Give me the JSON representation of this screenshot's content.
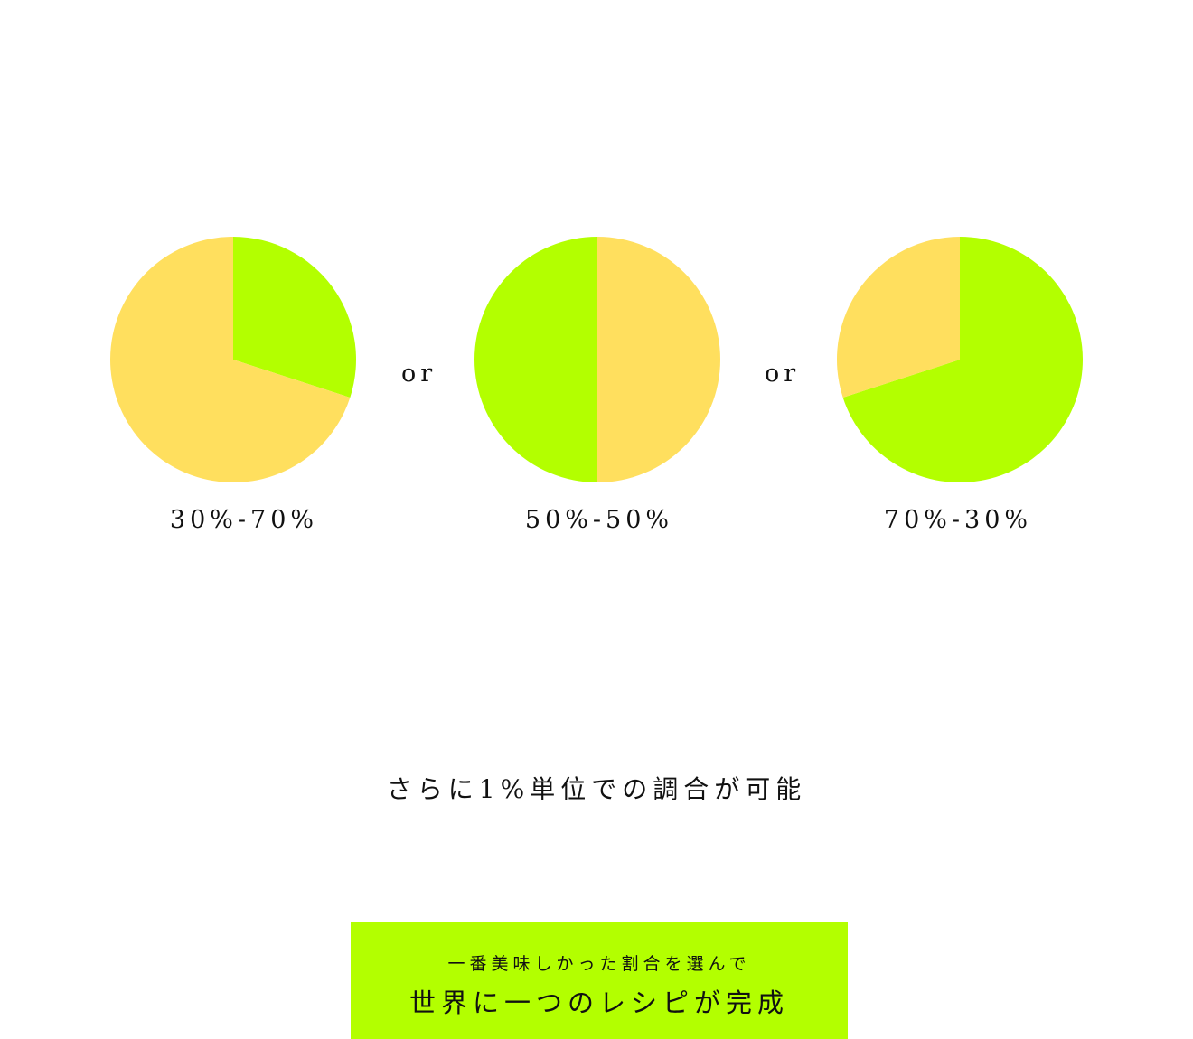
{
  "colors": {
    "green": "#b3ff00",
    "yellow": "#ffdf5e"
  },
  "pies": [
    {
      "label": "30%-70%",
      "green_percent": 30,
      "yellow_percent": 70,
      "green_first": true
    },
    {
      "label": "50%-50%",
      "green_percent": 50,
      "yellow_percent": 50,
      "green_first": false
    },
    {
      "label": "70%-30%",
      "green_percent": 70,
      "yellow_percent": 30,
      "green_first": true
    }
  ],
  "separator": "or",
  "subtitle": "さらに1%単位での調合が可能",
  "banner": {
    "line1": "一番美味しかった割合を選んで",
    "line2": "世界に一つのレシピが完成"
  }
}
